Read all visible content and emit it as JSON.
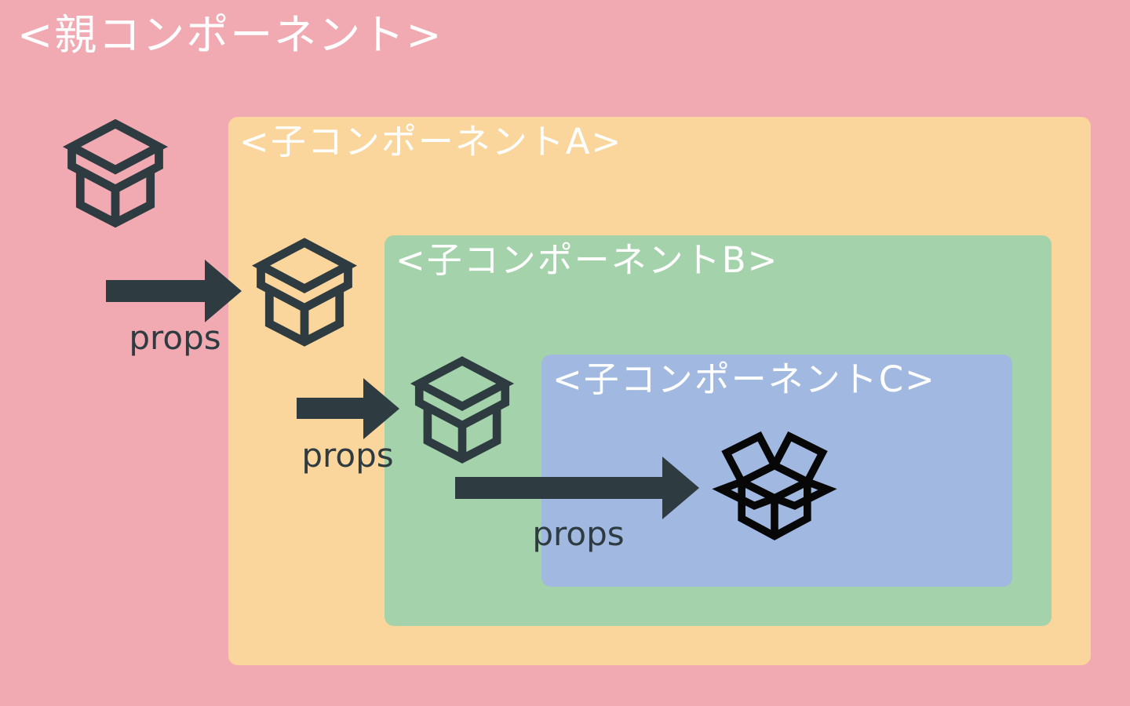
{
  "parent": {
    "label": "<親コンポーネント>"
  },
  "children": {
    "a": {
      "label": "<子コンポーネントA>"
    },
    "b": {
      "label": "<子コンポーネントB>"
    },
    "c": {
      "label": "<子コンポーネントC>"
    }
  },
  "arrows": [
    {
      "label": "props",
      "from": "parent",
      "to": "child-a"
    },
    {
      "label": "props",
      "from": "child-a",
      "to": "child-b"
    },
    {
      "label": "props",
      "from": "child-b",
      "to": "child-c"
    }
  ],
  "icons": {
    "parent_box": "closed-box-icon",
    "child_a_box": "closed-box-icon",
    "child_b_box": "closed-box-icon",
    "child_c_box": "open-box-icon"
  },
  "colors": {
    "background": "#F2AAB2",
    "child_a": "#FBD69C",
    "child_b": "#A4D2AA",
    "child_c": "#A1B9E1",
    "heading": "#FFFFFF",
    "dark": "#2E3B40",
    "black": "#070707"
  }
}
